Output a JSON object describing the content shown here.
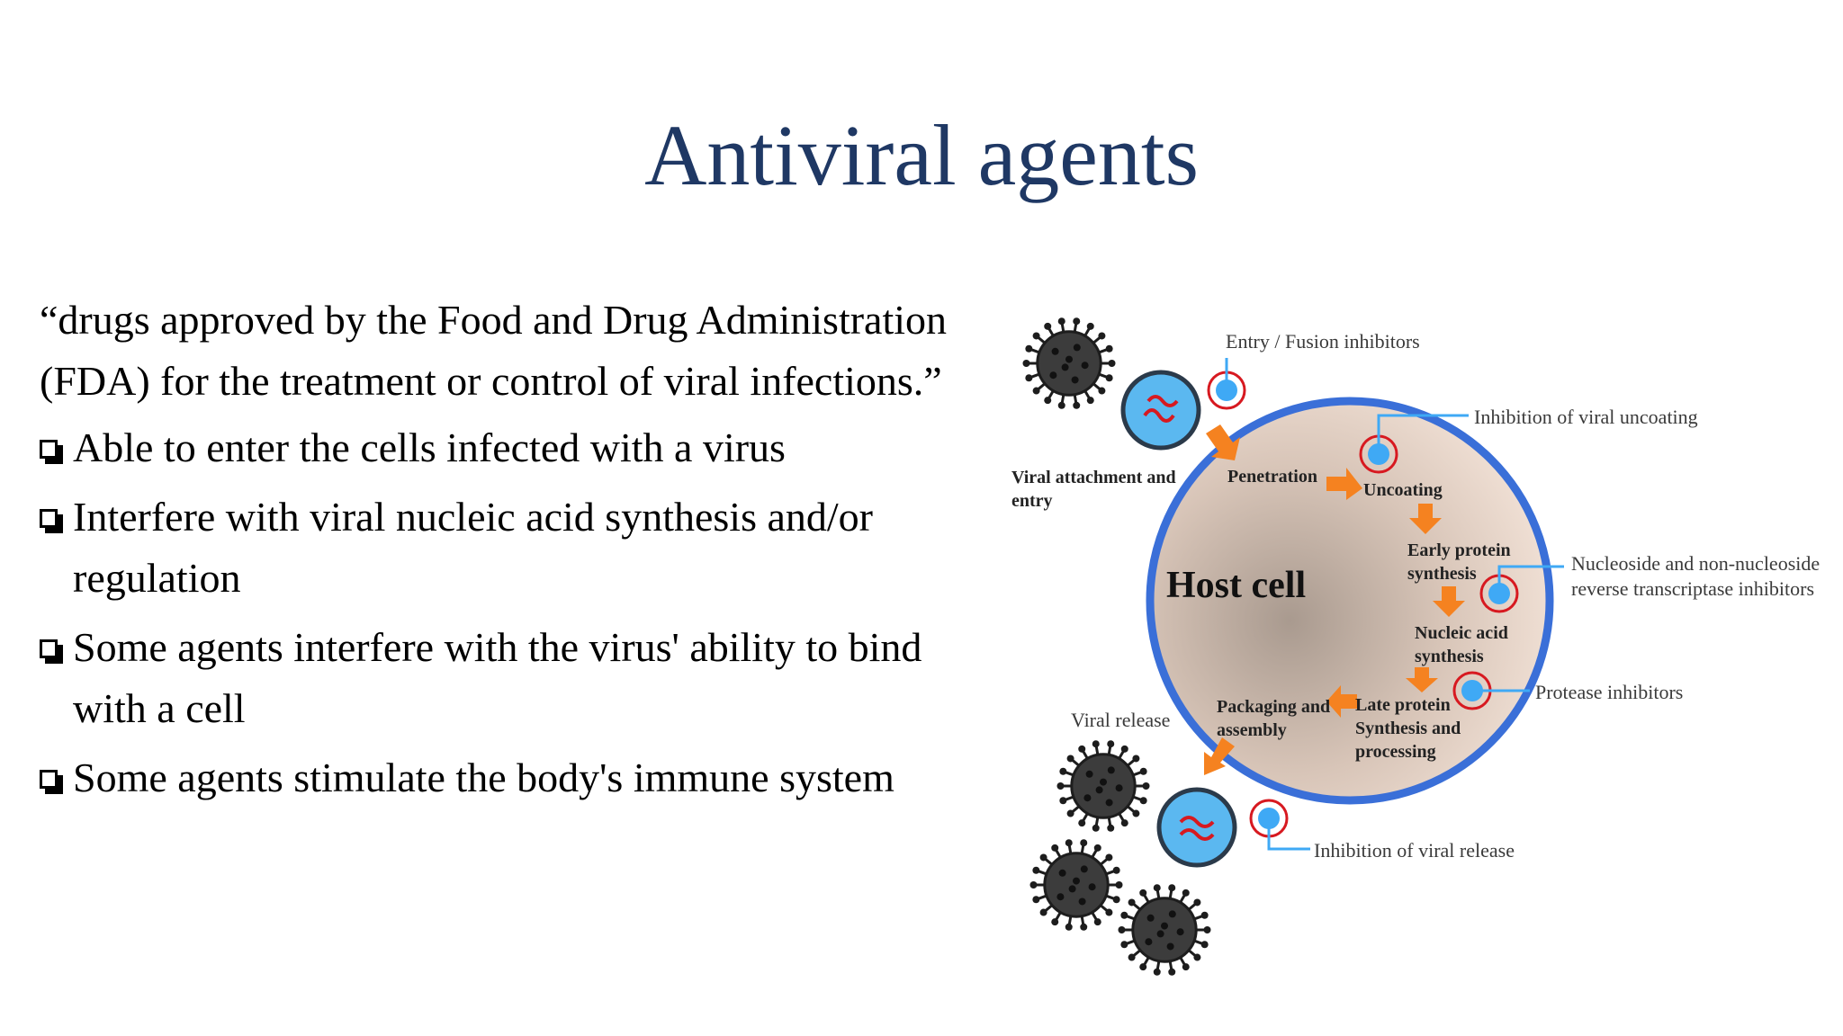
{
  "title": "Antiviral agents",
  "quote": "“drugs approved by the Food and Drug Administration (FDA) for the treatment or control of viral infections.”",
  "bullets": [
    "Able to enter the cells infected with a virus",
    "Interfere with viral nucleic acid synthesis and/or regulation",
    "Some agents interfere with the virus' ability to bind with a cell",
    "Some agents stimulate the body's immune system"
  ],
  "diagram": {
    "host_cell": "Host cell",
    "stages": {
      "attachment_line1": "Viral attachment and",
      "attachment_line2": "entry",
      "penetration": "Penetration",
      "uncoating": "Uncoating",
      "early_line1": "Early protein",
      "early_line2": "synthesis",
      "nucleic_line1": "Nucleic acid",
      "nucleic_line2": "synthesis",
      "late_line1": "Late protein",
      "late_line2": "Synthesis and",
      "late_line3": "processing",
      "packaging_line1": "Packaging and",
      "packaging_line2": "assembly",
      "release": "Viral release"
    },
    "inhibitors": {
      "entry": "Entry / Fusion inhibitors",
      "uncoating": "Inhibition of viral uncoating",
      "rt_line1": "Nucleoside and non-nucleoside",
      "rt_line2": "reverse transcriptase inhibitors",
      "protease": "Protease inhibitors",
      "release": "Inhibition of viral release"
    },
    "colors": {
      "cell_border": "#3a6fd8",
      "arrow": "#f58220",
      "inhibitor_dot": "#3fa9f5",
      "inhibitor_ring": "#d71920",
      "virus": "#3c3c3c",
      "title": "#1f3864"
    }
  }
}
